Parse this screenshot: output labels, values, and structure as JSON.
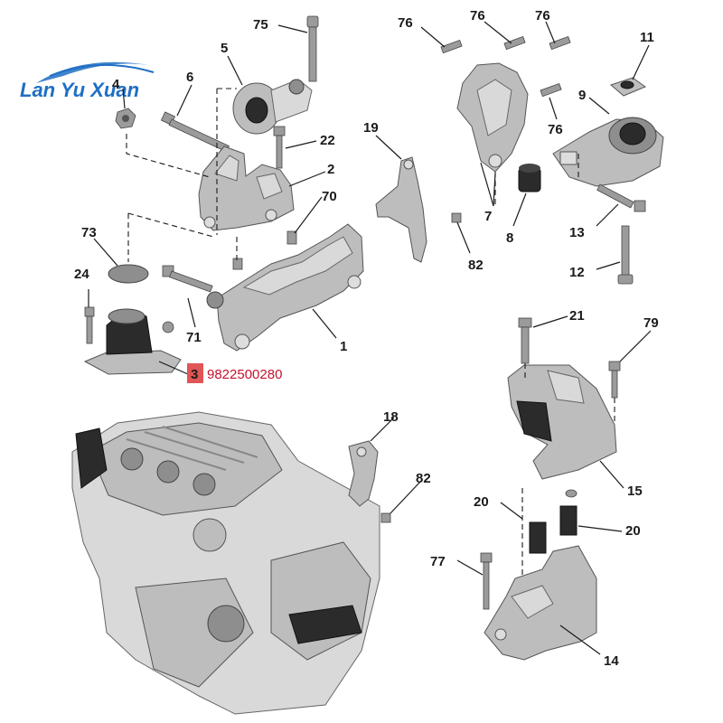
{
  "watermark": {
    "text": "Lan Yu Xuan",
    "color": "#1f6fc4"
  },
  "highlight": {
    "callout": "3",
    "part_number": "9822500280",
    "box_color": "#e05555",
    "text_color": "#c8102e"
  },
  "callouts": {
    "c75": "75",
    "c5": "5",
    "c6": "6",
    "c4": "4",
    "c22": "22",
    "c2": "2",
    "c70": "70",
    "c73": "73",
    "c24": "24",
    "c71": "71",
    "c1": "1",
    "c19": "19",
    "c82a": "82",
    "c76a": "76",
    "c76b": "76",
    "c76c": "76",
    "c76d": "76",
    "c7": "7",
    "c8": "8",
    "c11": "11",
    "c9": "9",
    "c13": "13",
    "c12": "12",
    "c21": "21",
    "c79": "79",
    "c15": "15",
    "c20a": "20",
    "c20b": "20",
    "c77": "77",
    "c14": "14",
    "c18": "18",
    "c82b": "82"
  }
}
